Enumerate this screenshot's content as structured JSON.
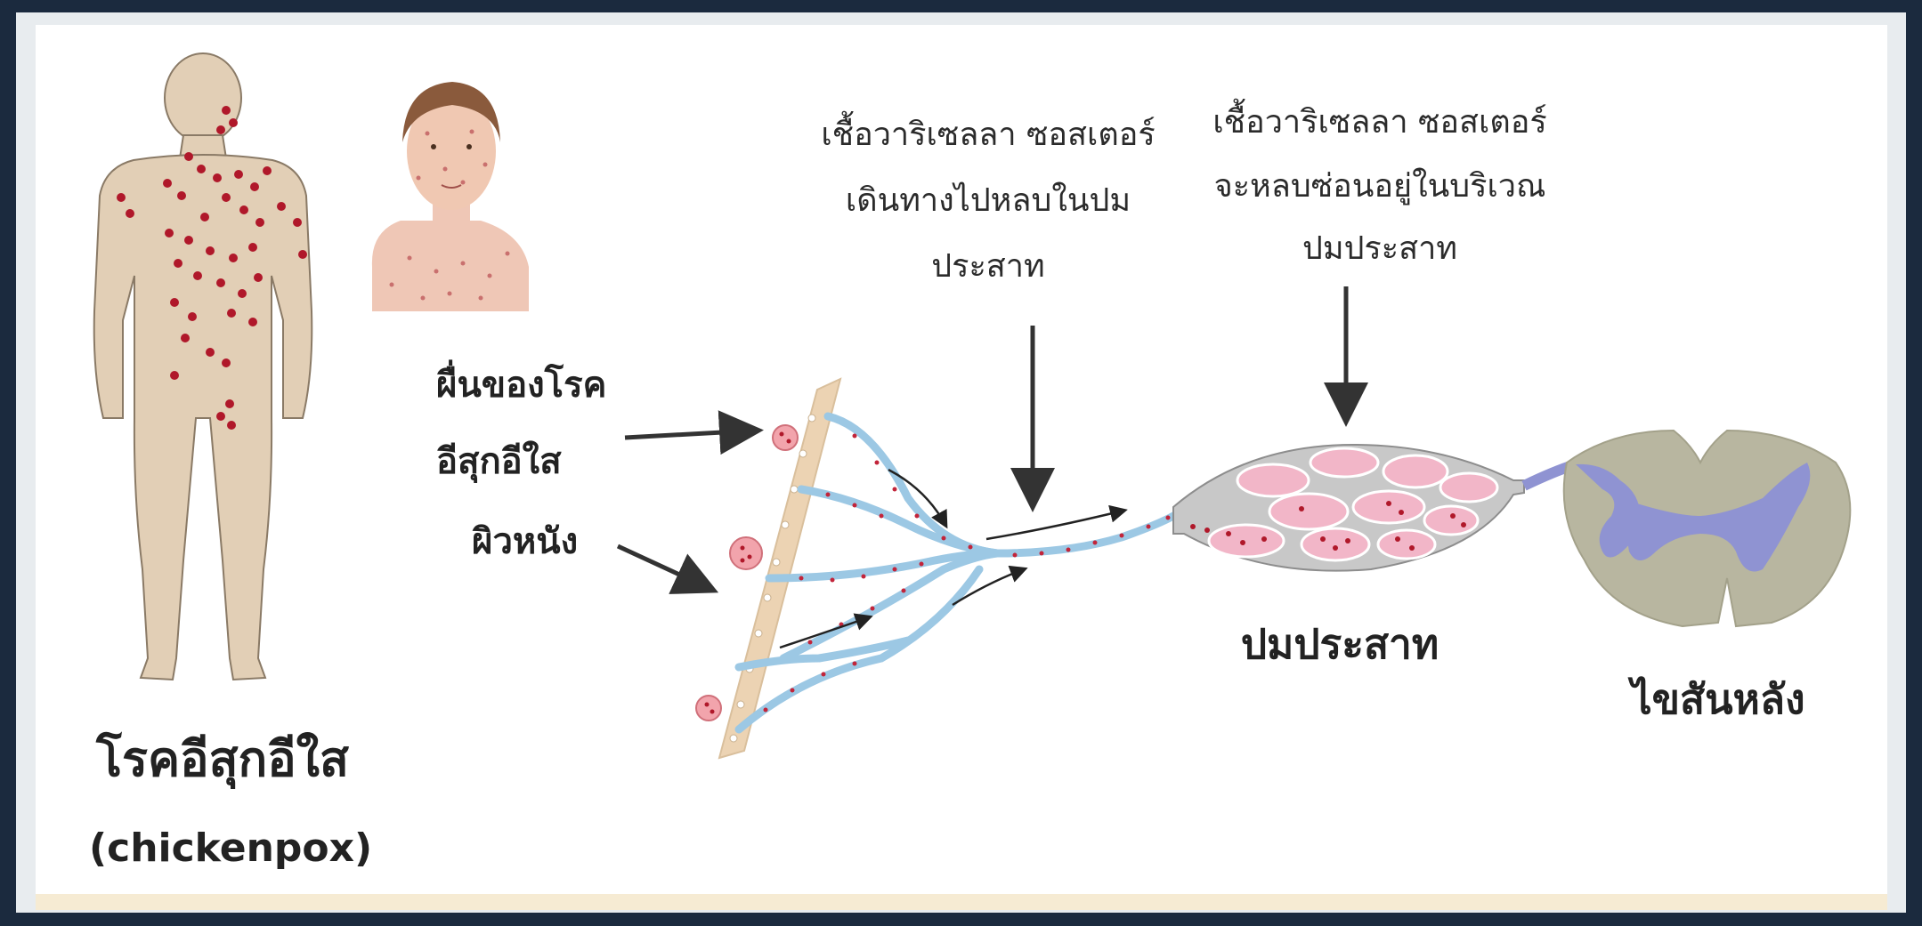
{
  "labels": {
    "disease_name": "โรคอีสุกอีใส",
    "disease_name_en": "(chickenpox)",
    "rash_line1": "ผื่นของโรค",
    "rash_line2": "อีสุกอีใส",
    "skin": "ผิวหนัง",
    "travel_line1": "เชื้อวาริเซลลา ซอสเตอร์",
    "travel_line2": "เดินทางไปหลบในปม",
    "travel_line3": "ประสาท",
    "hide_line1": "เชื้อวาริเซลลา ซอสเตอร์",
    "hide_line2": "จะหลบซ่อนอยู่ในบริเวณ",
    "hide_line3": "ปมประสาท",
    "ganglion": "ปมประสาท",
    "spinal_cord": "ไขสันหลัง"
  },
  "colors": {
    "skin_tone": "#e2cfb6",
    "rash_red": "#b0182a",
    "nerve_blue": "#9cc8e4",
    "ganglion_pink": "#f2b6c8",
    "spinal_grey": "#b8b6a0",
    "spinal_purple": "#8f93d2"
  }
}
